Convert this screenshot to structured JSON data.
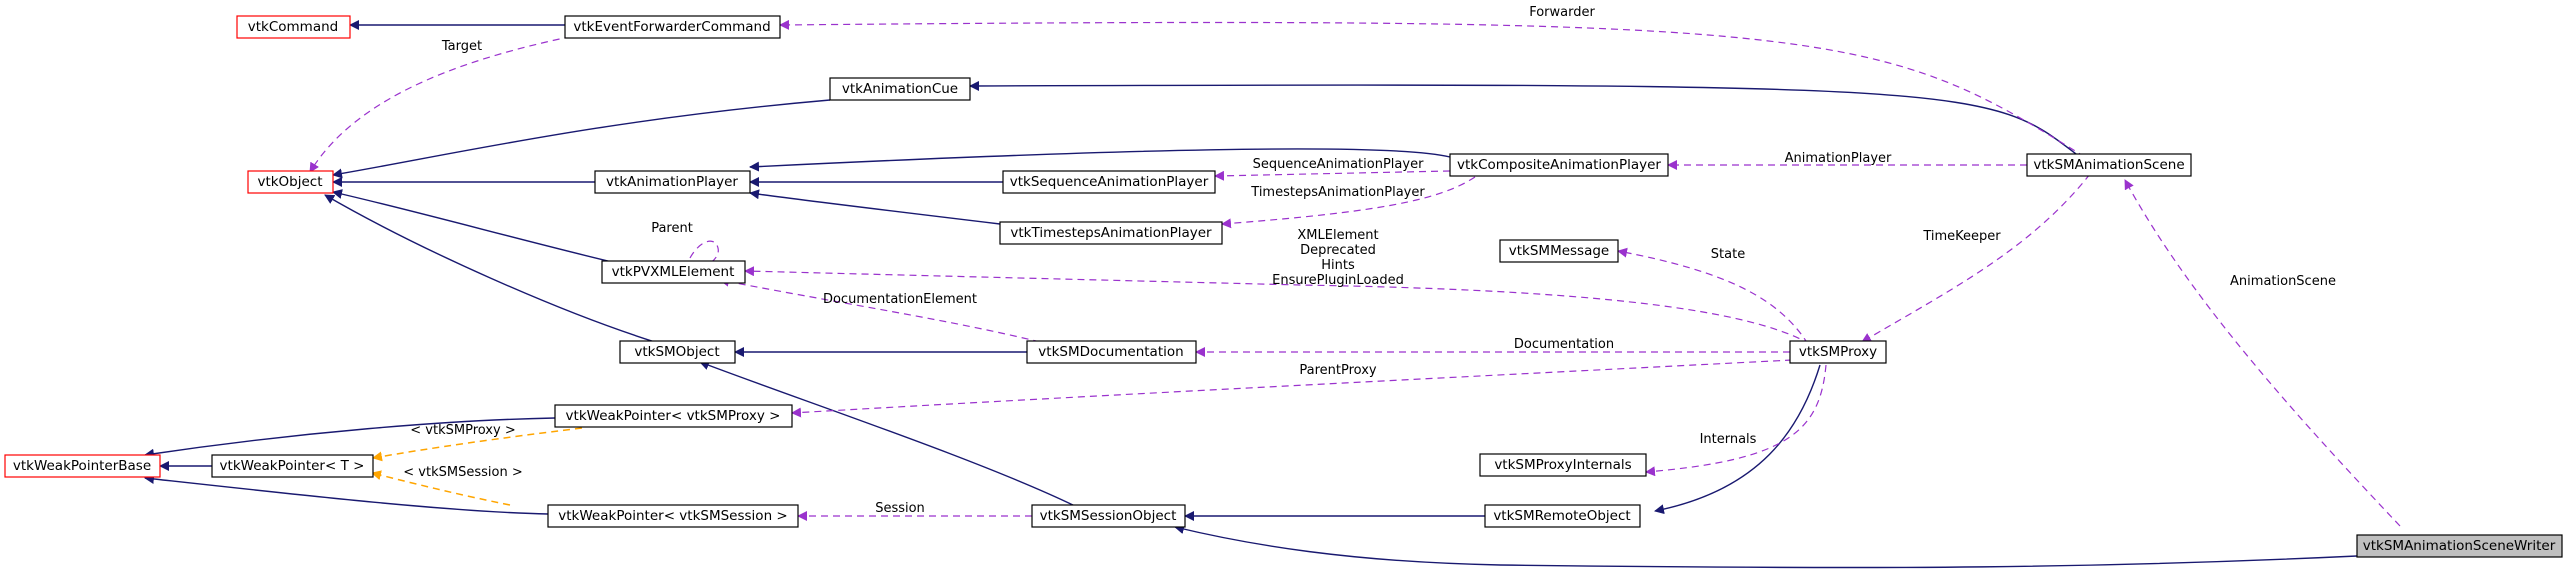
{
  "colors": {
    "inherit": "#191970",
    "use": "#9a32cd",
    "template": "#ffa500",
    "missing_border": "#ff0000",
    "focus_fill": "#bfbfbf"
  },
  "nodes": {
    "vtkCommand": "vtkCommand",
    "vtkEventForwarderCommand": "vtkEventForwarderCommand",
    "vtkObject": "vtkObject",
    "vtkAnimationCue": "vtkAnimationCue",
    "vtkAnimationPlayer": "vtkAnimationPlayer",
    "vtkSequenceAnimationPlayer": "vtkSequenceAnimationPlayer",
    "vtkCompositeAnimationPlayer": "vtkCompositeAnimationPlayer",
    "vtkSMAnimationScene": "vtkSMAnimationScene",
    "vtkTimestepsAnimationPlayer": "vtkTimestepsAnimationPlayer",
    "vtkPVXMLElement": "vtkPVXMLElement",
    "vtkSMMessage": "vtkSMMessage",
    "vtkSMObject": "vtkSMObject",
    "vtkSMDocumentation": "vtkSMDocumentation",
    "vtkSMProxy": "vtkSMProxy",
    "vtkWeakPointerProxy": "vtkWeakPointer< vtkSMProxy >",
    "vtkWeakPointerBase": "vtkWeakPointerBase",
    "vtkWeakPointerT": "vtkWeakPointer< T >",
    "vtkSMProxyInternals": "vtkSMProxyInternals",
    "vtkWeakPointerSession": "vtkWeakPointer< vtkSMSession >",
    "vtkSMSessionObject": "vtkSMSessionObject",
    "vtkSMRemoteObject": "vtkSMRemoteObject",
    "vtkSMAnimationSceneWriter": "vtkSMAnimationSceneWriter"
  },
  "edge_labels": {
    "target": "Target",
    "forwarder": "Forwarder",
    "sequence_player": "SequenceAnimationPlayer",
    "timesteps_player": "TimestepsAnimationPlayer",
    "animation_player": "AnimationPlayer",
    "parent": "Parent",
    "xml_element": "XMLElement",
    "deprecated": "Deprecated",
    "hints": "Hints",
    "ensure_plugin_loaded": "EnsurePluginLoaded",
    "state": "State",
    "time_keeper": "TimeKeeper",
    "animation_scene": "AnimationScene",
    "documentation_element": "DocumentationElement",
    "documentation": "Documentation",
    "parent_proxy": "ParentProxy",
    "tmpl_proxy": "< vtkSMProxy >",
    "tmpl_session": "< vtkSMSession >",
    "internals": "Internals",
    "session": "Session"
  }
}
